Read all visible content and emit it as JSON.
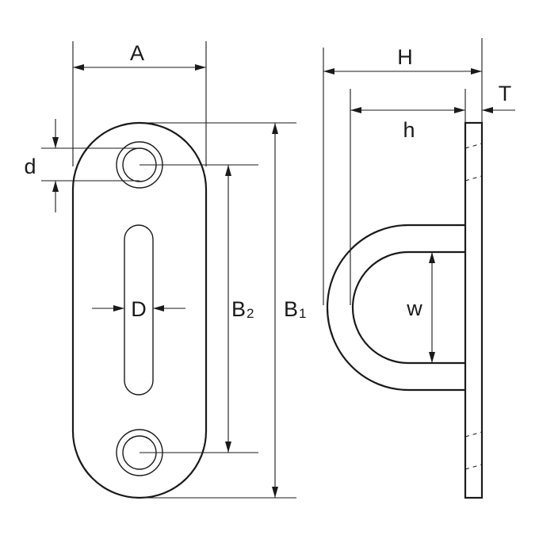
{
  "labels": {
    "A": "A",
    "d": "d",
    "D": "D",
    "B2_main": "B",
    "B2_sub": "2",
    "B1_main": "B",
    "B1_sub": "1",
    "H": "H",
    "h": "h",
    "T": "T",
    "w": "w"
  }
}
